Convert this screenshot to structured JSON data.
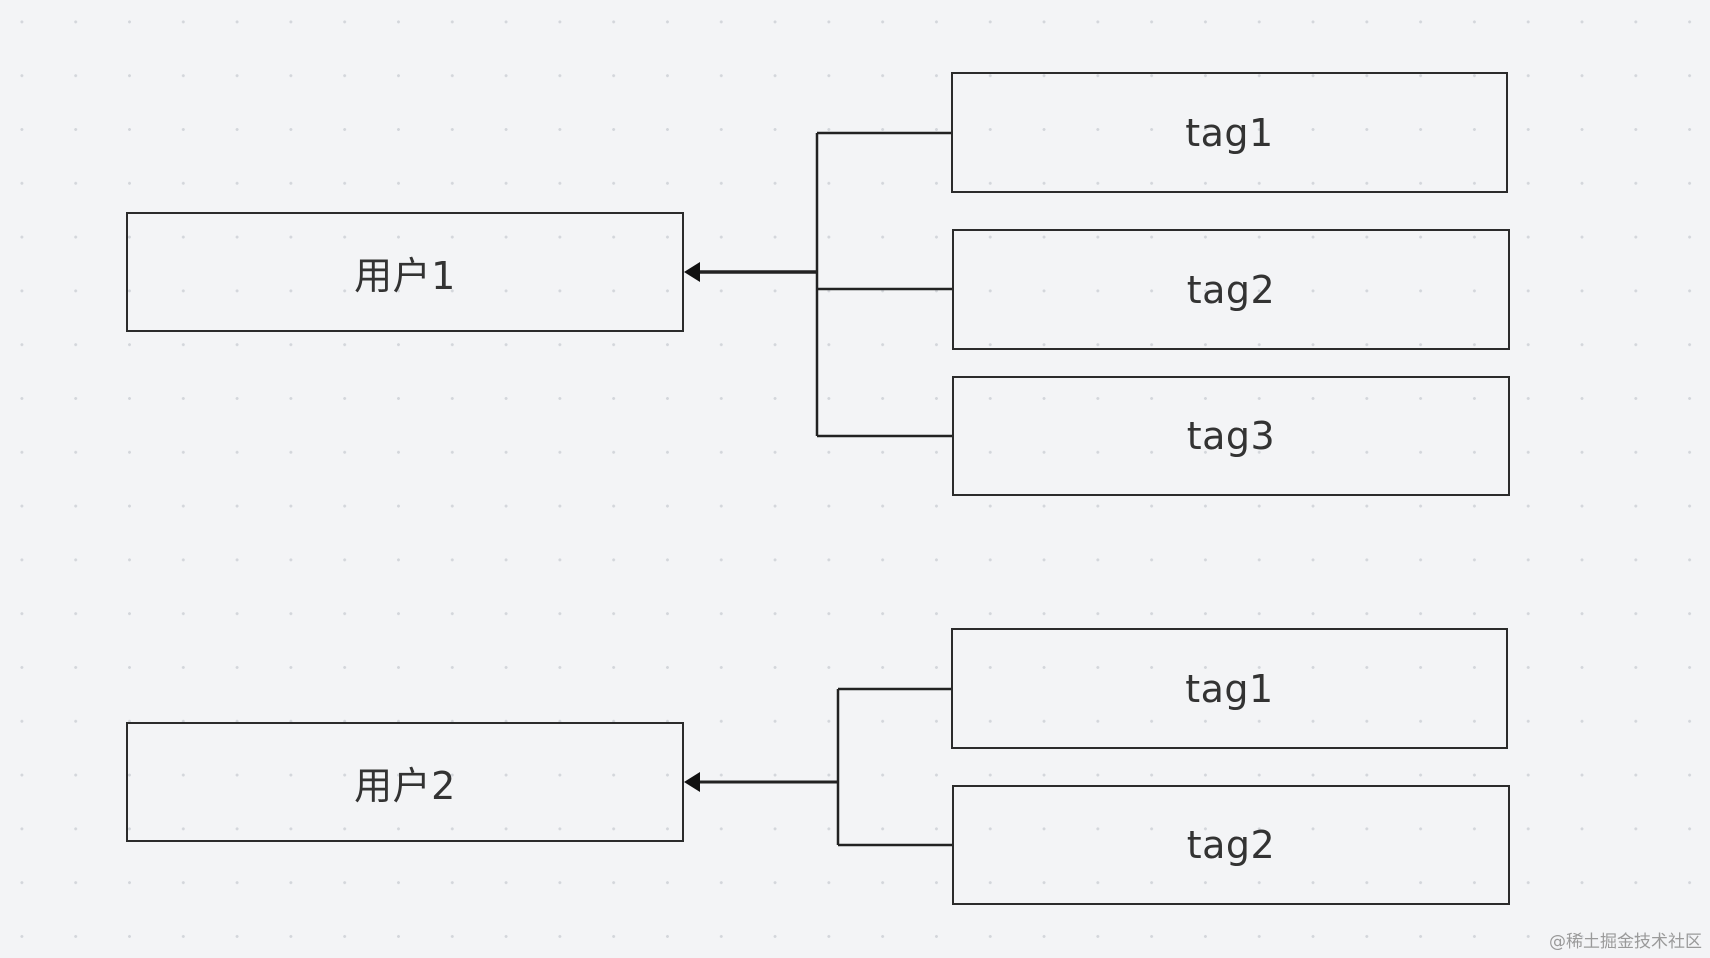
{
  "diagram": {
    "groups": [
      {
        "user": {
          "label": "用户1"
        },
        "tags": [
          {
            "label": "tag1"
          },
          {
            "label": "tag2"
          },
          {
            "label": "tag3"
          }
        ]
      },
      {
        "user": {
          "label": "用户2"
        },
        "tags": [
          {
            "label": "tag1"
          },
          {
            "label": "tag2"
          }
        ]
      }
    ]
  },
  "watermark": {
    "text": "@稀土掘金技术社区"
  }
}
